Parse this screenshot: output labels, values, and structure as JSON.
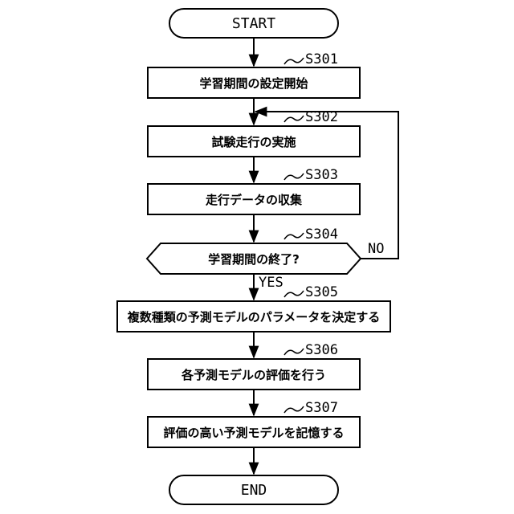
{
  "start": "START",
  "end": "END",
  "steps": [
    {
      "id": "S301",
      "text": "学習期間の設定開始"
    },
    {
      "id": "S302",
      "text": "試験走行の実施"
    },
    {
      "id": "S303",
      "text": "走行データの収集"
    },
    {
      "id": "S304",
      "text": "学習期間の終了?"
    },
    {
      "id": "S305",
      "text": "複数種類の予測モデルのパラメータを決定する"
    },
    {
      "id": "S306",
      "text": "各予測モデルの評価を行う"
    },
    {
      "id": "S307",
      "text": "評価の高い予測モデルを記憶する"
    }
  ],
  "branches": {
    "yes": "YES",
    "no": "NO"
  }
}
